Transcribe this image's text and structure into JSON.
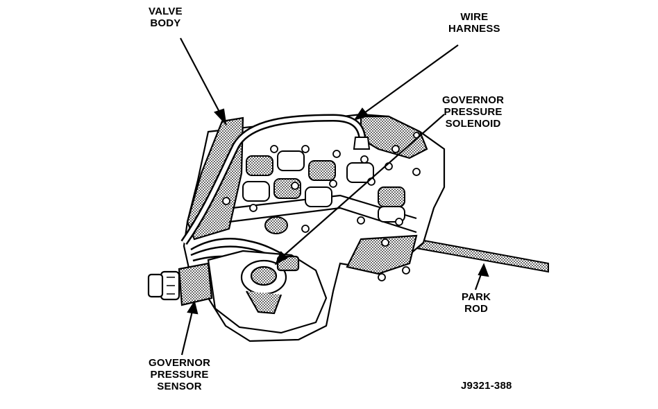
{
  "labels": {
    "valve_body": [
      "VALVE",
      "BODY"
    ],
    "wire_harness": [
      "WIRE",
      "HARNESS"
    ],
    "governor_pressure_solenoid": [
      "GOVERNOR",
      "PRESSURE",
      "SOLENOID"
    ],
    "park_rod": [
      "PARK",
      "ROD"
    ],
    "governor_pressure_sensor": [
      "GOVERNOR",
      "PRESSURE",
      "SENSOR"
    ]
  },
  "figure_code": "J9321-388",
  "colors": {
    "ink": "#000000",
    "paper": "#ffffff",
    "shade": "#9a9a9a"
  }
}
